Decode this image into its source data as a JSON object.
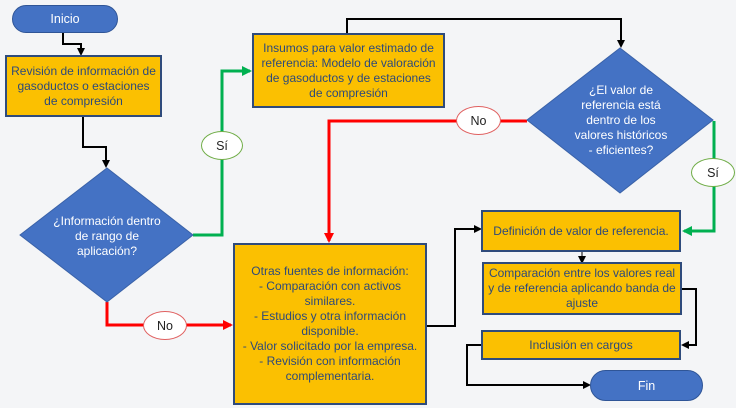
{
  "nodes": {
    "start": {
      "label": "Inicio"
    },
    "review": {
      "label": "Revisión de información de gasoductos o estaciones de compresión"
    },
    "decision_range": {
      "label": "¿Información dentro de rango de aplicación?"
    },
    "inputs": {
      "label": "Insumos para valor estimado de referencia: Modelo de valoración de gasoductos y de estaciones de compresión"
    },
    "decision_historic": {
      "label": "¿El valor de referencia está dentro de los valores históricos - eficientes?"
    },
    "other_sources": {
      "title": "Otras fuentes de información:",
      "items": [
        "-    Comparación con activos similares.",
        "-    Estudios y otra información disponible.",
        "-    Valor solicitado por la empresa.",
        "-    Revisión con información complementaria."
      ]
    },
    "definition": {
      "label": "Definición de valor de referencia."
    },
    "comparison": {
      "label": "Comparación entre los valores real y de referencia aplicando banda de ajuste"
    },
    "inclusion": {
      "label": "Inclusión en cargos"
    },
    "end": {
      "label": "Fin"
    }
  },
  "edge_labels": {
    "yes_1": "Sí",
    "no_1": "No",
    "yes_2": "Sí",
    "no_2": "No"
  },
  "colors": {
    "process": "#fbc001",
    "terminal": "#4472c4",
    "decision": "#4472c4",
    "yes_line": "#00b050",
    "no_line": "#ff0000",
    "flow_line": "#000000"
  }
}
